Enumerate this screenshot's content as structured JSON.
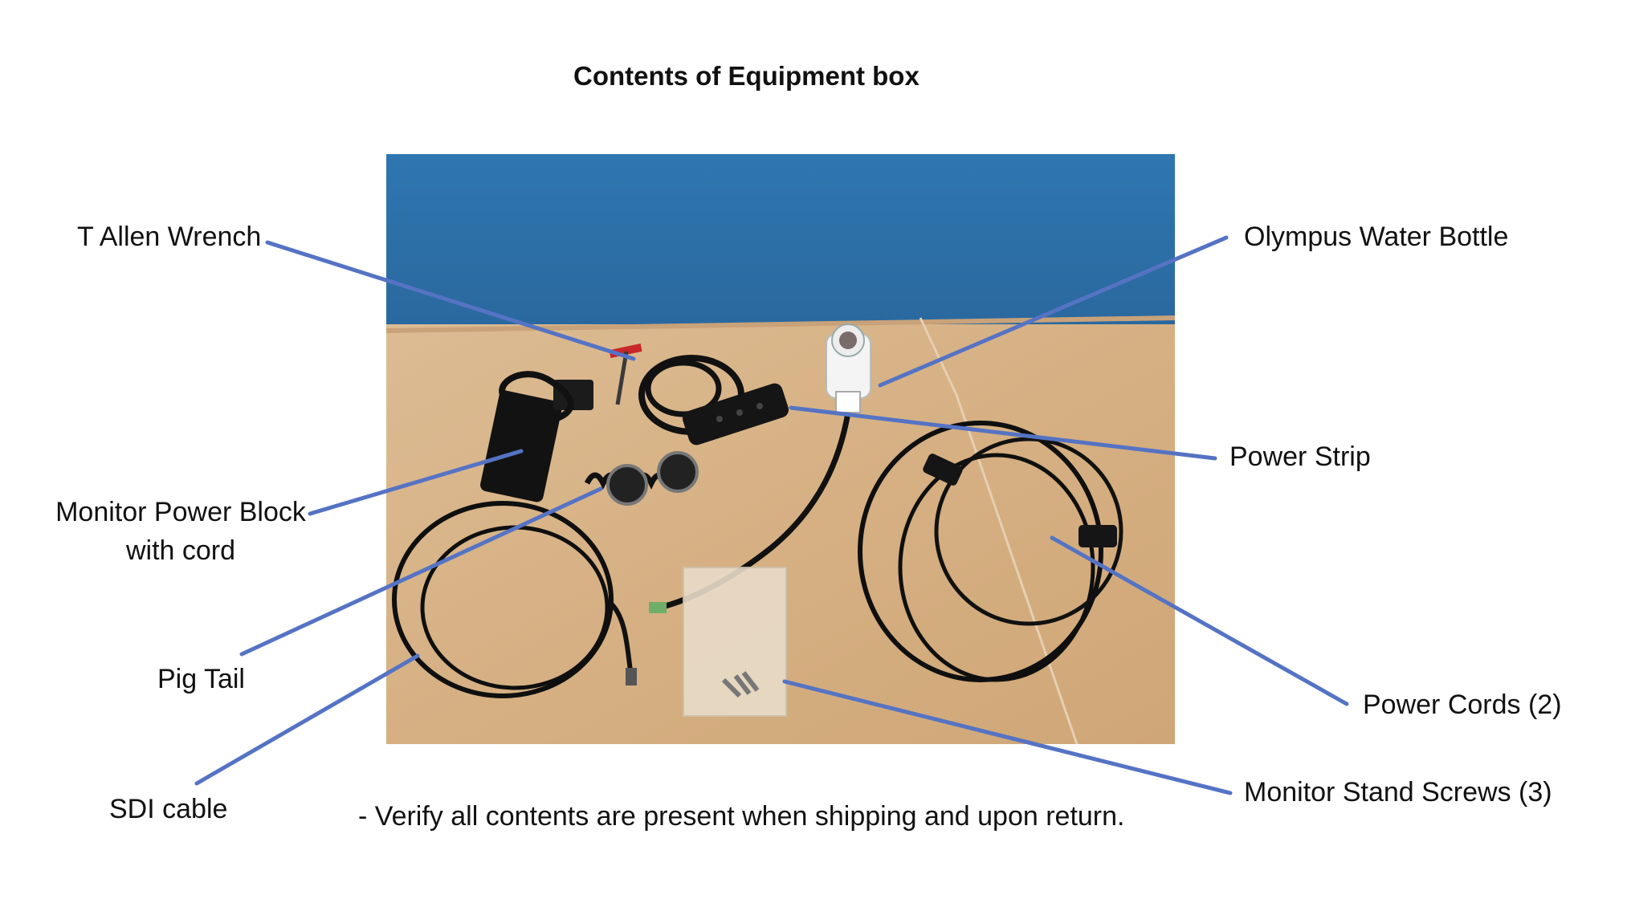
{
  "title": "Contents of Equipment box",
  "labels": {
    "t_allen_wrench": "T Allen Wrench",
    "monitor_power_block_line1": "Monitor Power Block",
    "monitor_power_block_line2": "with cord",
    "pig_tail": "Pig Tail",
    "sdi_cable": "SDI cable",
    "olympus_water_bottle": "Olympus Water Bottle",
    "power_strip": "Power Strip",
    "power_cords": "Power Cords (2)",
    "monitor_stand_screws": "Monitor Stand Screws (3)"
  },
  "note": "- Verify all contents are present when shipping and upon return.",
  "colors": {
    "leader_line": "#5573c4",
    "wall": "#2d6fa8",
    "table": "#d8b48a",
    "cable": "#111111"
  }
}
